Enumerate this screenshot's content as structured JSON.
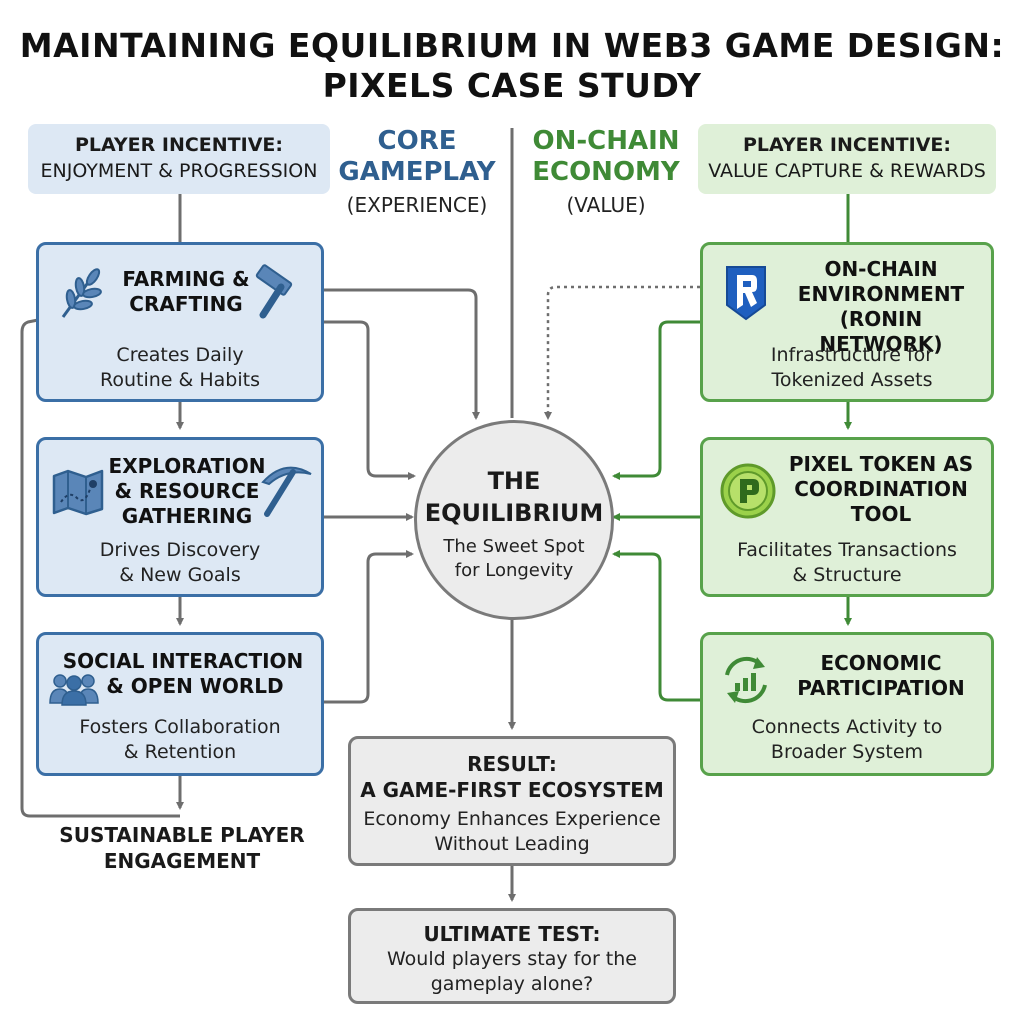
{
  "title": {
    "line1": "MAINTAINING EQUILIBRIUM IN WEB3 GAME DESIGN:",
    "line2": "PIXELS CASE STUDY"
  },
  "colors": {
    "blue_border": "#3b6fa6",
    "blue_fill": "#dde8f4",
    "green_border": "#58a24b",
    "green_fill": "#dff0d8",
    "green_text": "#3f8a36",
    "blue_text": "#2f5f8f",
    "gray_border": "#7a7a7a",
    "gray_fill": "#ececec"
  },
  "left_incentive": {
    "line1": "PLAYER INCENTIVE:",
    "line2": "ENJOYMENT & PROGRESSION"
  },
  "right_incentive": {
    "line1": "PLAYER INCENTIVE:",
    "line2": "VALUE CAPTURE & REWARDS"
  },
  "core_gameplay": {
    "line1": "CORE",
    "line2": "GAMEPLAY",
    "sub": "(EXPERIENCE)"
  },
  "onchain_economy": {
    "line1": "ON-CHAIN",
    "line2": "ECONOMY",
    "sub": "(VALUE)"
  },
  "left_boxes": [
    {
      "title1": "FARMING &",
      "title2": "CRAFTING",
      "desc1": "Creates Daily",
      "desc2": "Routine & Habits",
      "icons": [
        "wheat-icon",
        "hammer-icon"
      ]
    },
    {
      "title1": "EXPLORATION",
      "title2": "& RESOURCE",
      "title3": "GATHERING",
      "desc1": "Drives Discovery",
      "desc2": "& New Goals",
      "icons": [
        "map-icon",
        "pickaxe-icon"
      ]
    },
    {
      "title1": "SOCIAL INTERACTION",
      "title2": "& OPEN WORLD",
      "desc1": "Fosters Collaboration",
      "desc2": "& Retention",
      "icons": [
        "people-icon"
      ]
    }
  ],
  "right_boxes": [
    {
      "title1": "ON-CHAIN",
      "title2": "ENVIRONMENT",
      "title3": "(RONIN NETWORK)",
      "desc1": "Infrastructure for",
      "desc2": "Tokenized Assets",
      "icons": [
        "ronin-logo-icon"
      ]
    },
    {
      "title1": "PIXEL TOKEN AS",
      "title2": "COORDINATION",
      "title3": "TOOL",
      "desc1": "Facilitates Transactions",
      "desc2": "& Structure",
      "icons": [
        "pixel-coin-icon"
      ]
    },
    {
      "title1": "ECONOMIC",
      "title2": "PARTICIPATION",
      "desc1": "Connects Activity to",
      "desc2": "Broader System",
      "icons": [
        "recycle-chart-icon"
      ]
    }
  ],
  "equilibrium": {
    "line1": "THE",
    "line2": "EQUILIBRIUM",
    "sub1": "The Sweet Spot",
    "sub2": "for Longevity"
  },
  "result": {
    "line1": "RESULT:",
    "line2": "A GAME-FIRST ECOSYSTEM",
    "desc1": "Economy Enhances Experience",
    "desc2": "Without Leading"
  },
  "ultimate_test": {
    "line1": "ULTIMATE TEST:",
    "desc1": "Would players stay for the",
    "desc2": "gameplay alone?"
  },
  "sustainable": {
    "line1": "SUSTAINABLE PLAYER",
    "line2": "ENGAGEMENT"
  }
}
